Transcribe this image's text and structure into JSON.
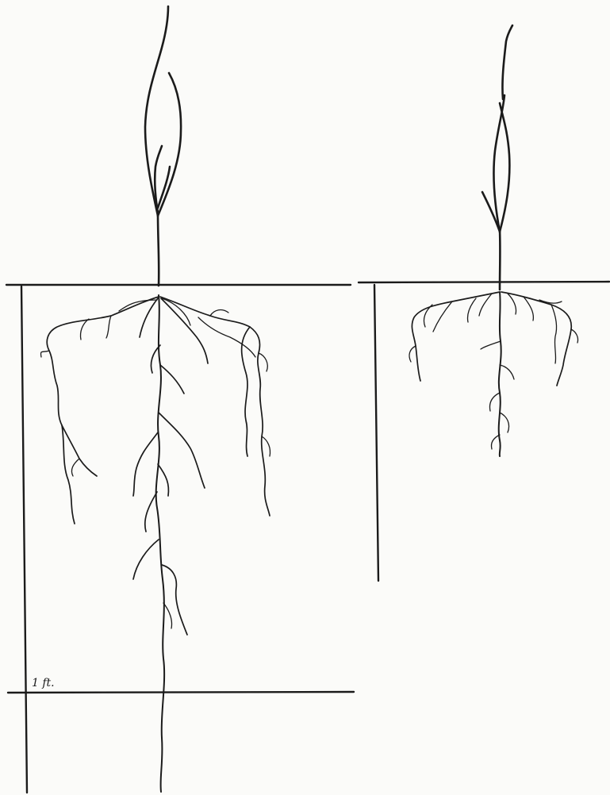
{
  "figure": {
    "depth_marker_label": "1 ft.",
    "ink_color": "#1b1b1b",
    "paper_color": "#fbfbf9"
  },
  "plants": [
    {
      "id": "left",
      "description_key": "deep-rooted-seedling"
    },
    {
      "id": "right",
      "description_key": "shallow-rooted-seedling"
    }
  ]
}
